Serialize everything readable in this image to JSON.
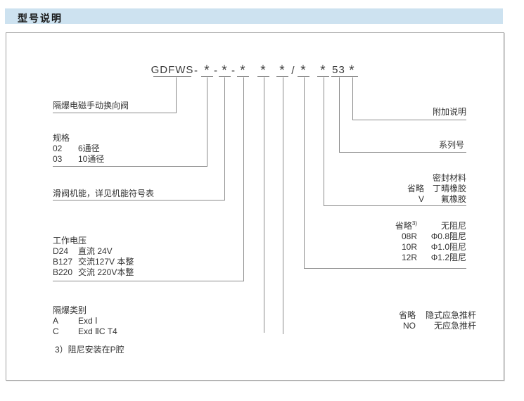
{
  "header": {
    "title": "型号说明"
  },
  "model_code": {
    "prefix": "GDFWS",
    "dash": "-",
    "star": "*",
    "slash": "/",
    "series": "53"
  },
  "left_groups": [
    {
      "title": "隔爆电磁手动换向阀",
      "rows": []
    },
    {
      "title": "规格",
      "rows": [
        {
          "code": "02",
          "desc": "6通径"
        },
        {
          "code": "03",
          "desc": "10通径"
        }
      ]
    },
    {
      "title": "滑阀机能，详见机能符号表",
      "rows": []
    },
    {
      "title": "工作电压",
      "rows": [
        {
          "code": "D24",
          "desc": "直流 24V"
        },
        {
          "code": "B127",
          "desc": "交流127V 本整"
        },
        {
          "code": "B220",
          "desc": "交流 220V本整"
        }
      ]
    },
    {
      "title": "隔爆类别",
      "rows": [
        {
          "code": "A",
          "desc": "Exd Ⅰ"
        },
        {
          "code": "C",
          "desc": "Exd ⅡC T4"
        }
      ]
    }
  ],
  "right_groups": [
    {
      "title": "附加说明",
      "rows": []
    },
    {
      "title": "系列号",
      "rows": []
    },
    {
      "title": "密封材料",
      "rows": [
        {
          "code": "省略",
          "desc": "丁晴橡胶"
        },
        {
          "code": "V",
          "desc": "氟橡胶"
        }
      ]
    },
    {
      "title": "",
      "rows": [
        {
          "code": "省略",
          "sup": "3)",
          "desc": "无阻尼"
        },
        {
          "code": "08R",
          "desc": "Φ0.8阻尼"
        },
        {
          "code": "10R",
          "desc": "Φ1.0阻尼"
        },
        {
          "code": "12R",
          "desc": "Φ1.2阻尼"
        }
      ]
    },
    {
      "title": "",
      "rows": [
        {
          "code": "省略",
          "desc": "隐式应急推杆"
        },
        {
          "code": "NO",
          "desc": "无应急推杆"
        }
      ]
    }
  ],
  "footnote": "3）阻尼安装在P腔",
  "colors": {
    "header_bg": "#cde2f0",
    "text": "#333333",
    "line": "#8a8a8a",
    "frame_border": "#a0a0a0"
  }
}
